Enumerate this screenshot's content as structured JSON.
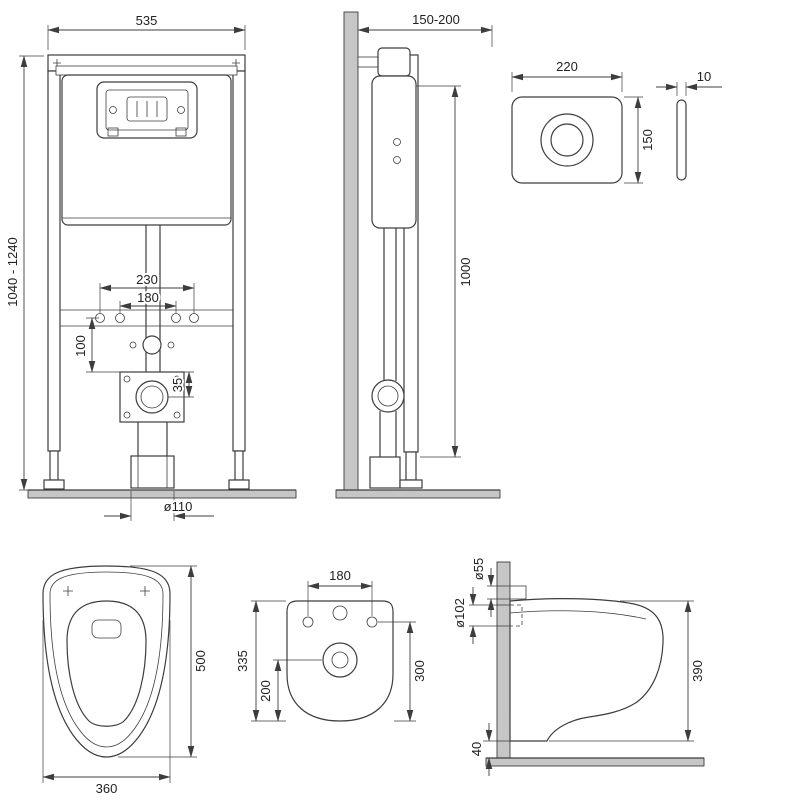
{
  "drawing": {
    "frame_front": {
      "width": "535",
      "height_range": "1040 - 1240",
      "fixing_width_outer": "230",
      "fixing_width_inner": "180",
      "inlet_offset": "100",
      "outlet_offset": "35",
      "drain_diameter": "ø110"
    },
    "frame_side": {
      "depth_range": "150-200",
      "height": "1000"
    },
    "flush_plate": {
      "width": "220",
      "height": "150",
      "thickness": "10"
    },
    "bowl_top_view": {
      "depth": "500",
      "width": "360"
    },
    "bowl_rear_view": {
      "fixing_spacing": "180",
      "height_overall": "335",
      "outlet_height": "200",
      "fixing_height": "300"
    },
    "bowl_side_view": {
      "inlet_diameter": "ø55",
      "outlet_diameter": "ø102",
      "depth": "390",
      "bottom_clearance": "40"
    }
  }
}
